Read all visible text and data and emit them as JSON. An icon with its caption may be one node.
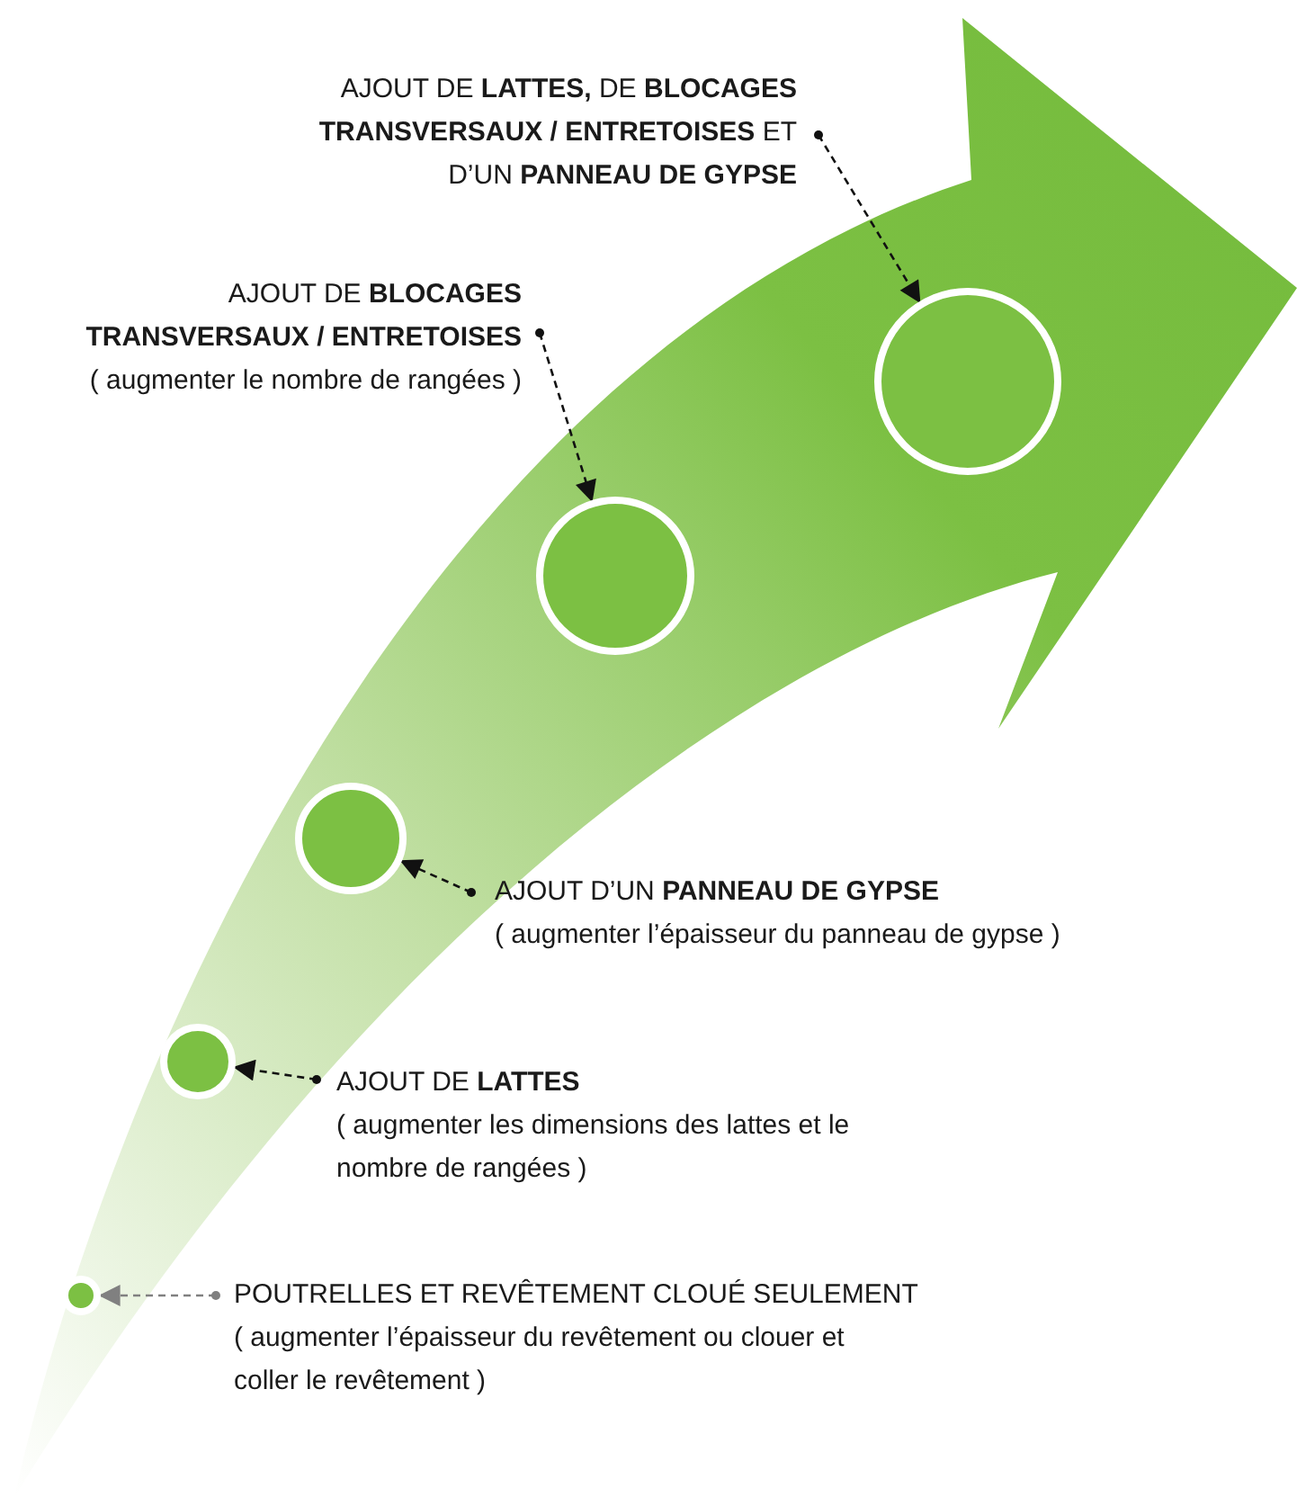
{
  "diagram": {
    "nodes": [
      {
        "text": [
          "AJOUT DE **LATTES,** DE **BLOCAGES TRANSVERSAUX / ENTRETOISES** ET D’UN **PANNEAU DE GYPSE**"
        ]
      },
      {
        "text": [],
        "shape": "circle"
      },
      {
        "text": [
          "AJOUT DE **BLOCAGES TRANSVERSAUX / ENTRETOISES**",
          "( augmenter le nombre de rangées )"
        ]
      },
      {
        "text": [],
        "shape": "circle"
      },
      {
        "text": [],
        "shape": "circle"
      },
      {
        "text": [
          "AJOUT D’UN **PANNEAU DE GYPSE**",
          "( augmenter l’épaisseur du panneau de gypse )"
        ]
      },
      {
        "text": [],
        "shape": "circle"
      },
      {
        "text": [
          "AJOUT DE **LATTES**",
          "( augmenter les dimensions des lattes et le nombre de rangées )"
        ]
      },
      {
        "text": [],
        "shape": "circle"
      },
      {
        "text": [
          "POUTRELLES ET REVÊTEMENT CLOUÉ SEULEMENT",
          "( augmenter l’épaisseur du revêtement ou clouer et coller le revêtement )"
        ]
      }
    ],
    "edges": [
      {
        "from": 0,
        "to": 1,
        "arrow": "to",
        "style": "dashed"
      },
      {
        "from": 2,
        "to": 3,
        "arrow": "to",
        "style": "dashed"
      },
      {
        "from": 5,
        "to": 4,
        "arrow": "to",
        "style": "dashed"
      },
      {
        "from": 7,
        "to": 6,
        "arrow": "to",
        "style": "dashed"
      },
      {
        "from": 9,
        "to": 8,
        "arrow": "to",
        "style": "dashed",
        "color": "#808080"
      }
    ]
  }
}
